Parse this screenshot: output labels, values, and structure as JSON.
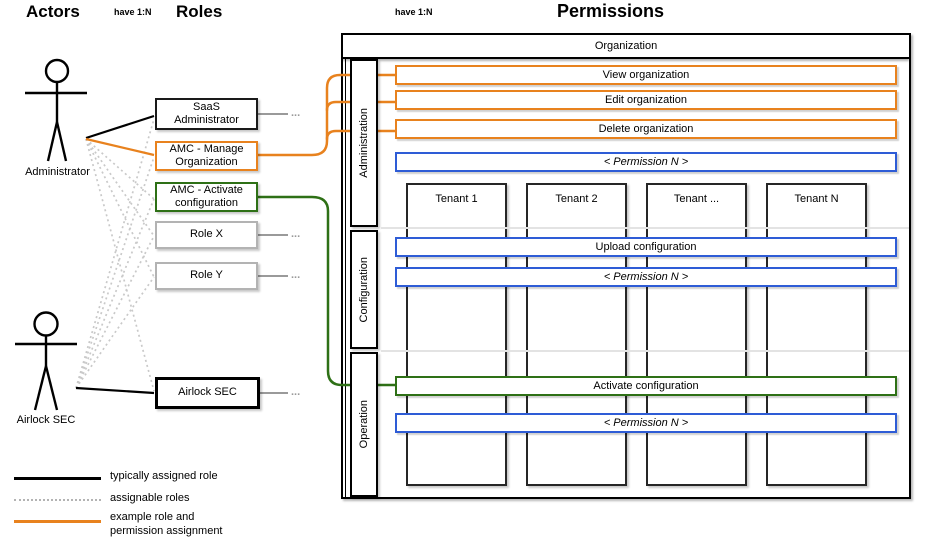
{
  "header": {
    "actors_title": "Actors",
    "roles_title": "Roles",
    "permissions_title": "Permissions",
    "relation_left": "have 1:N",
    "relation_right": "have 1:N"
  },
  "actors": [
    {
      "label": "Administrator"
    },
    {
      "label": "Airlock SEC"
    }
  ],
  "roles": [
    {
      "label": "SaaS\nAdministrator",
      "style": "black",
      "more": "..."
    },
    {
      "label": "AMC - Manage\nOrganization",
      "style": "orange"
    },
    {
      "label": "AMC - Activate\nconfiguration",
      "style": "green"
    },
    {
      "label": "Role X",
      "style": "gray",
      "more": "..."
    },
    {
      "label": "Role Y",
      "style": "gray",
      "more": "..."
    },
    {
      "label": "Airlock SEC",
      "style": "black-bold",
      "more": "..."
    }
  ],
  "permissions": {
    "organization_label": "Organization",
    "sections": [
      {
        "label": "Administration"
      },
      {
        "label": "Configuration"
      },
      {
        "label": "Operation"
      }
    ],
    "bars": [
      {
        "label": "View organization",
        "color": "orange"
      },
      {
        "label": "Edit organization",
        "color": "orange"
      },
      {
        "label": "Delete organization",
        "color": "orange"
      },
      {
        "label": "< Permission N >",
        "color": "blue",
        "italic": true
      },
      {
        "label": "Upload configuration",
        "color": "blue"
      },
      {
        "label": "< Permission N >",
        "color": "blue",
        "italic": true
      },
      {
        "label": "Activate configuration",
        "color": "green"
      },
      {
        "label": "< Permission N >",
        "color": "blue",
        "italic": true
      }
    ],
    "tenants": [
      "Tenant 1",
      "Tenant 2",
      "Tenant ...",
      "Tenant N"
    ]
  },
  "legend": [
    {
      "line": "solid-black",
      "label": "typically assigned role"
    },
    {
      "line": "dotted-gray",
      "label": "assignable roles"
    },
    {
      "line": "solid-orange",
      "label": "example role and permission assignment"
    }
  ],
  "colors": {
    "orange": "#e8821e",
    "green": "#2e7016",
    "blue": "#2e5cd6",
    "role_gray": "#b3b3b3",
    "dotted_gray": "#c9c9c9",
    "stub_gray": "#9a9a9a"
  }
}
